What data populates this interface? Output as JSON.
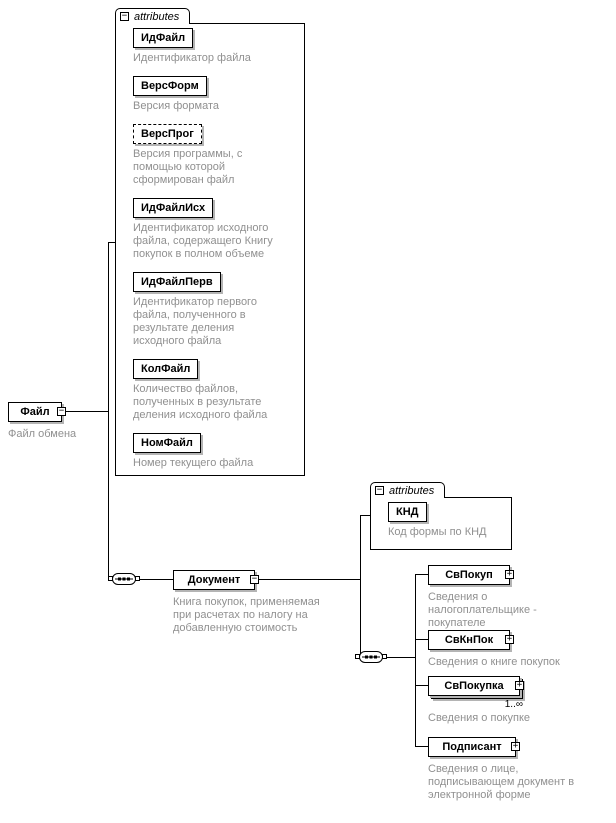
{
  "icons": {
    "collapse": "−",
    "expand": "+"
  },
  "attributes_label": "attributes",
  "file": {
    "name": "Файл",
    "description": "Файл обмена",
    "attributes": [
      {
        "name": "ИдФайл",
        "description": "Идентификатор файла"
      },
      {
        "name": "ВерсФорм",
        "description": "Версия формата"
      },
      {
        "name": "ВерсПрог",
        "description": "Версия программы, с помощью которой сформирован файл"
      },
      {
        "name": "ИдФайлИсх",
        "description": "Идентификатор исходного файла, содержащего Книгу покупок в полном объеме"
      },
      {
        "name": "ИдФайлПерв",
        "description": "Идентификатор первого файла, полученного в результате деления исходного файла"
      },
      {
        "name": "КолФайл",
        "description": "Количество файлов, полученных в результате деления исходного файла"
      },
      {
        "name": "НомФайл",
        "description": "Номер текущего файла"
      }
    ]
  },
  "document": {
    "name": "Документ",
    "description": "Книга покупок, применяемая при расчетах по налогу на добавленную стоимость",
    "attributes": [
      {
        "name": "КНД",
        "description": "Код формы по КНД"
      }
    ],
    "children": [
      {
        "name": "СвПокуп",
        "description": "Сведения о налогоплательщике - покупателе"
      },
      {
        "name": "СвКнПок",
        "description": "Сведения о книге покупок"
      },
      {
        "name": "СвПокупка",
        "description": "Сведения о покупке",
        "occurs": "1..∞"
      },
      {
        "name": "Подписант",
        "description": "Сведения о лице, подписывающем документ в электронной форме"
      }
    ]
  }
}
